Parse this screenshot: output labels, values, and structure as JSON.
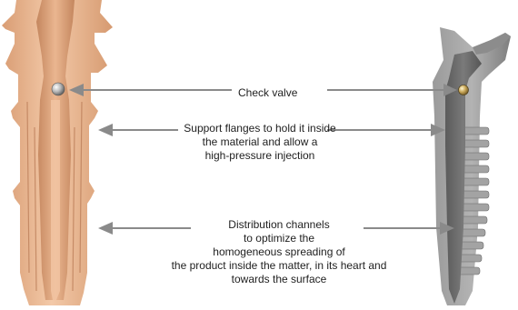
{
  "labels": {
    "check_valve": "Check valve",
    "support_flanges": [
      "Support flanges to hold it inside",
      "the material and allow a",
      "high-pressure injection"
    ],
    "distribution_channels": [
      "Distribution channels",
      "to optimize the",
      "homogeneous spreading of",
      "the product inside the matter, in its heart and",
      "towards the surface"
    ]
  },
  "colors": {
    "left_body": "#e9b48e",
    "left_shade": "#c98a63",
    "right_body": "#8e8e8e",
    "right_shade": "#5f5f5f",
    "arrow": "#8a8a8a",
    "text": "#1e1e1e"
  }
}
